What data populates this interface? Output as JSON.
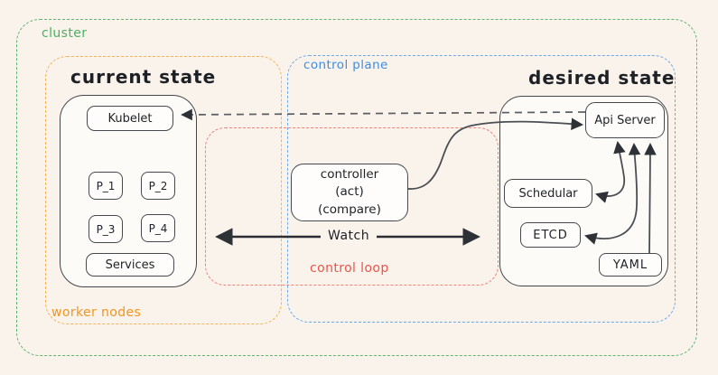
{
  "diagram": {
    "cluster": {
      "label": "cluster"
    },
    "worker_nodes": {
      "label": "worker nodes",
      "title": "current state",
      "node": {
        "kubelet": "Kubelet",
        "pods": [
          "P_1",
          "P_2",
          "P_3",
          "P_4"
        ],
        "services": "Services"
      }
    },
    "control_plane": {
      "label": "control plane",
      "title": "desired state",
      "node": {
        "api_server": "Api Server",
        "scheduler": "Schedular",
        "etcd": "ETCD",
        "yaml": "YAML"
      }
    },
    "control_loop": {
      "label": "control loop",
      "controller_lines": [
        "controller",
        "(act)",
        "(compare)"
      ],
      "watch_label": "Watch"
    },
    "colors": {
      "cluster_green": "#4fae62",
      "worker_orange": "#f3a03a",
      "control_plane_blue": "#4896e2",
      "control_loop_red": "#eb6054",
      "stroke_dark": "#43464b",
      "background": "#faf3ec"
    }
  }
}
